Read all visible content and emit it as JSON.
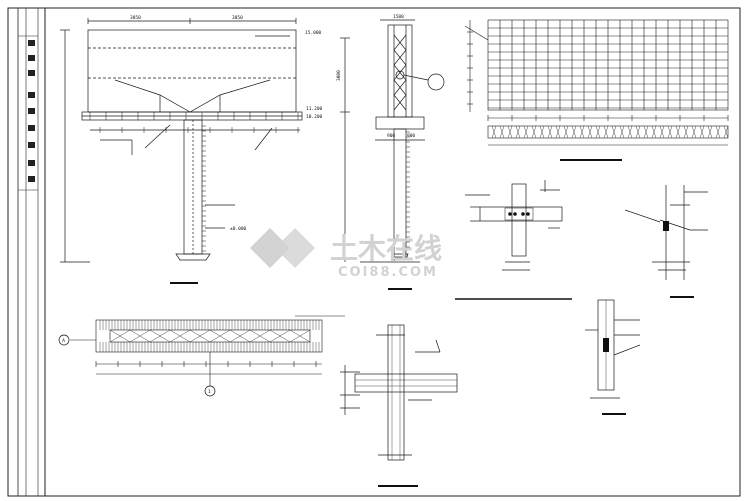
{
  "drawing": {
    "title_strip_text": "",
    "billboard_elevation": {
      "top_dims": [
        "3850",
        "3850"
      ],
      "level_top": "15.000",
      "level_panel_bottom": "11.200",
      "level_walkway": "10.200",
      "level_base": "±0.000"
    },
    "side_elevation": {
      "top_dim": "1500",
      "height_dim": "3000",
      "sub_dims": [
        "900",
        "900"
      ]
    },
    "plan_view": {
      "axis_a": "A",
      "axis_1": "1"
    }
  },
  "watermark": {
    "brand_cn": "土木在线",
    "brand_en": "COI88.COM"
  },
  "colors": {
    "line": "#1a1a1a",
    "watermark": "#cfcfcf"
  }
}
